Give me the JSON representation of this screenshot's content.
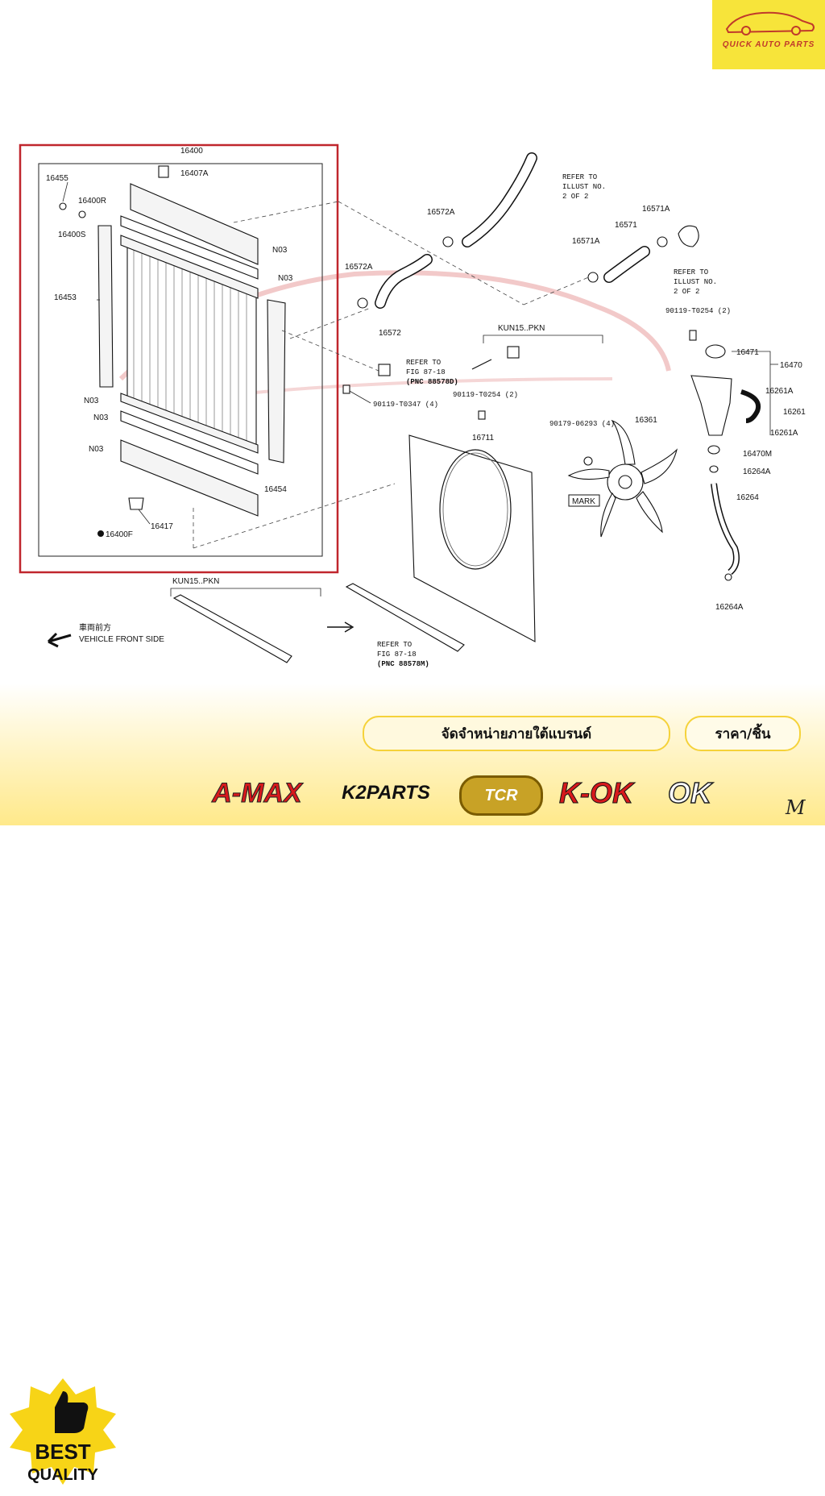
{
  "logo": {
    "text": "QUICK AUTO PARTS",
    "color": "#f7e43a"
  },
  "diagram": {
    "callouts": {
      "p16400": "16400",
      "p16407a": "16407A",
      "p16455": "16455",
      "p16400r": "16400R",
      "p16400s": "16400S",
      "p16453": "16453",
      "n03a": "N03",
      "n03b": "N03",
      "n03c": "N03",
      "n03d": "N03",
      "n03e": "N03",
      "p16454": "16454",
      "p16417": "16417",
      "p16400f": "16400F",
      "p16572a_top": "16572A",
      "p16572a_mid": "16572A",
      "p16572": "16572",
      "p16571a_left": "16571A",
      "p16571": "16571",
      "p16571a_right": "16571A",
      "refer_illust_top": [
        "REFER TO",
        "ILLUST NO.",
        "2 OF 2"
      ],
      "refer_illust_right": [
        "REFER TO",
        "ILLUST NO.",
        "2 OF 2"
      ],
      "kun15_top": "KUN15..PKN",
      "refer_fig_a": [
        "REFER TO",
        "FIG 87-18",
        "(PNC 88578D)"
      ],
      "bolt_90119_t0347": "90119-T0347 (4)",
      "bolt_90119_t0254_a": "90119-T0254 (2)",
      "bolt_90119_t0254_b": "90119-T0254 (2)",
      "p16711": "16711",
      "nut_90179": "90179-06293 (4)",
      "p16361": "16361",
      "mark": "MARK",
      "p16471": "16471",
      "p16470": "16470",
      "p16261a_top": "16261A",
      "p16261": "16261",
      "p16261a_bot": "16261A",
      "p16470m": "16470M",
      "p16264a_top": "16264A",
      "p16264": "16264",
      "p16264a_bot": "16264A",
      "kun15_bottom": "KUN15..PKN",
      "refer_fig_b": [
        "REFER TO",
        "FIG 87-18",
        "(PNC 88578M)"
      ],
      "vehicle_front_jp": "車両前方",
      "vehicle_front_en": "VEHICLE FRONT SIDE"
    },
    "frame_color": "#c0262d"
  },
  "banner": {
    "distributor": "จัดจำหน่ายภายใต้แบรนด์",
    "price": "ราคา/ชิ้น",
    "best_quality": [
      "BEST",
      "QUALITY"
    ],
    "brands": [
      "A-MAX",
      "K2PARTS",
      "TCR",
      "K-OK",
      "OK"
    ],
    "signature": "M"
  }
}
